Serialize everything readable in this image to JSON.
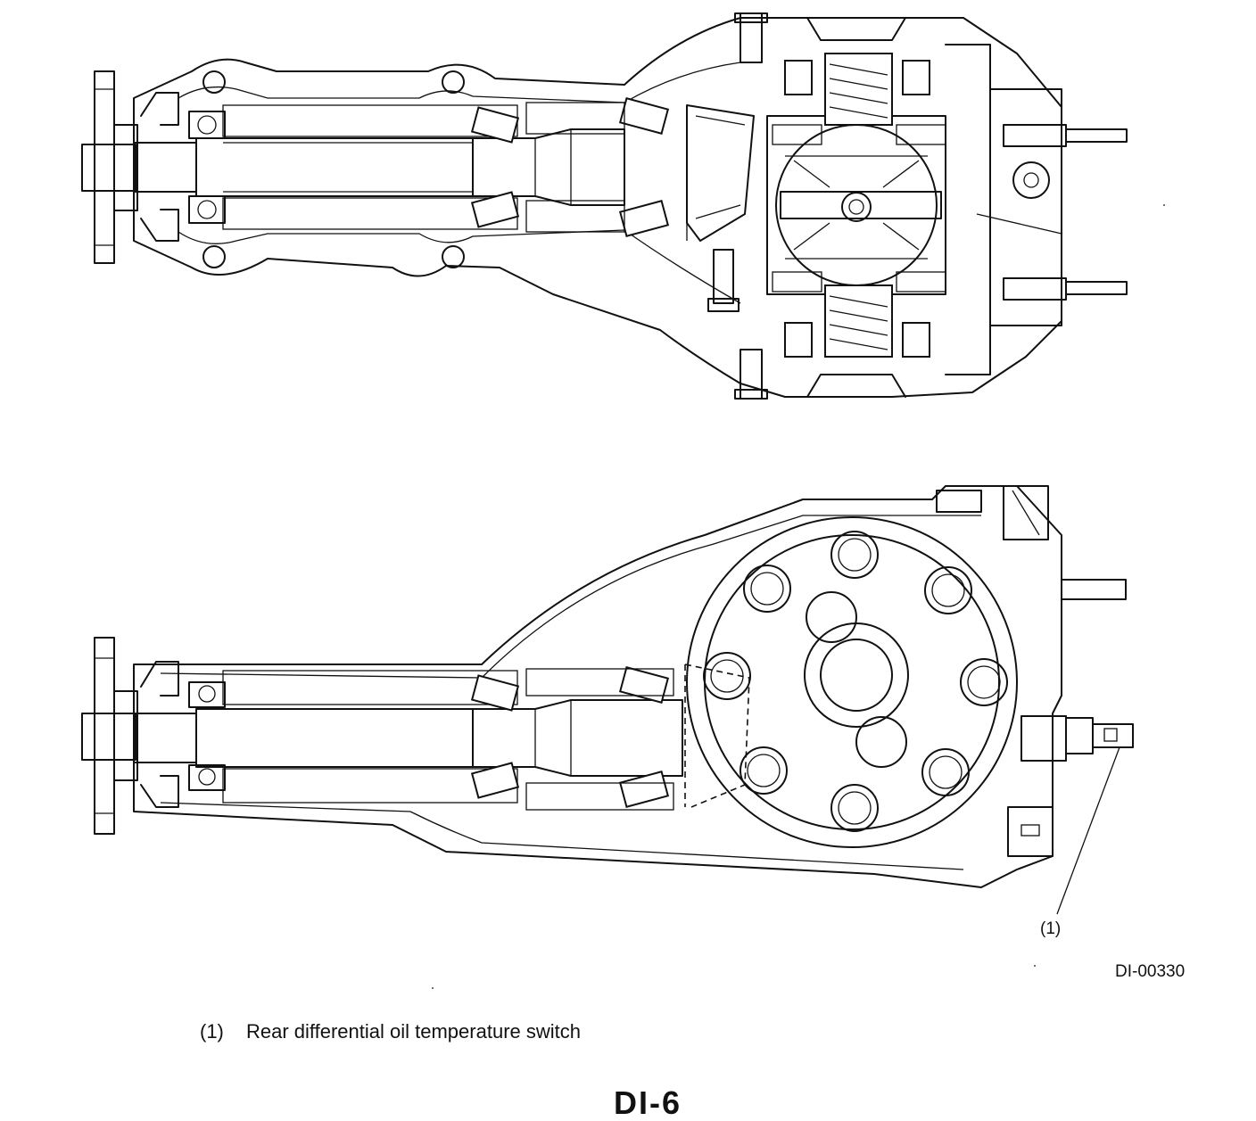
{
  "figure": {
    "callout_label": "(1)",
    "reference_code": "DI-00330"
  },
  "legend": {
    "items": [
      {
        "number": "(1)",
        "text": "Rear differential oil temperature switch"
      }
    ]
  },
  "page": {
    "number": "DI-6"
  }
}
